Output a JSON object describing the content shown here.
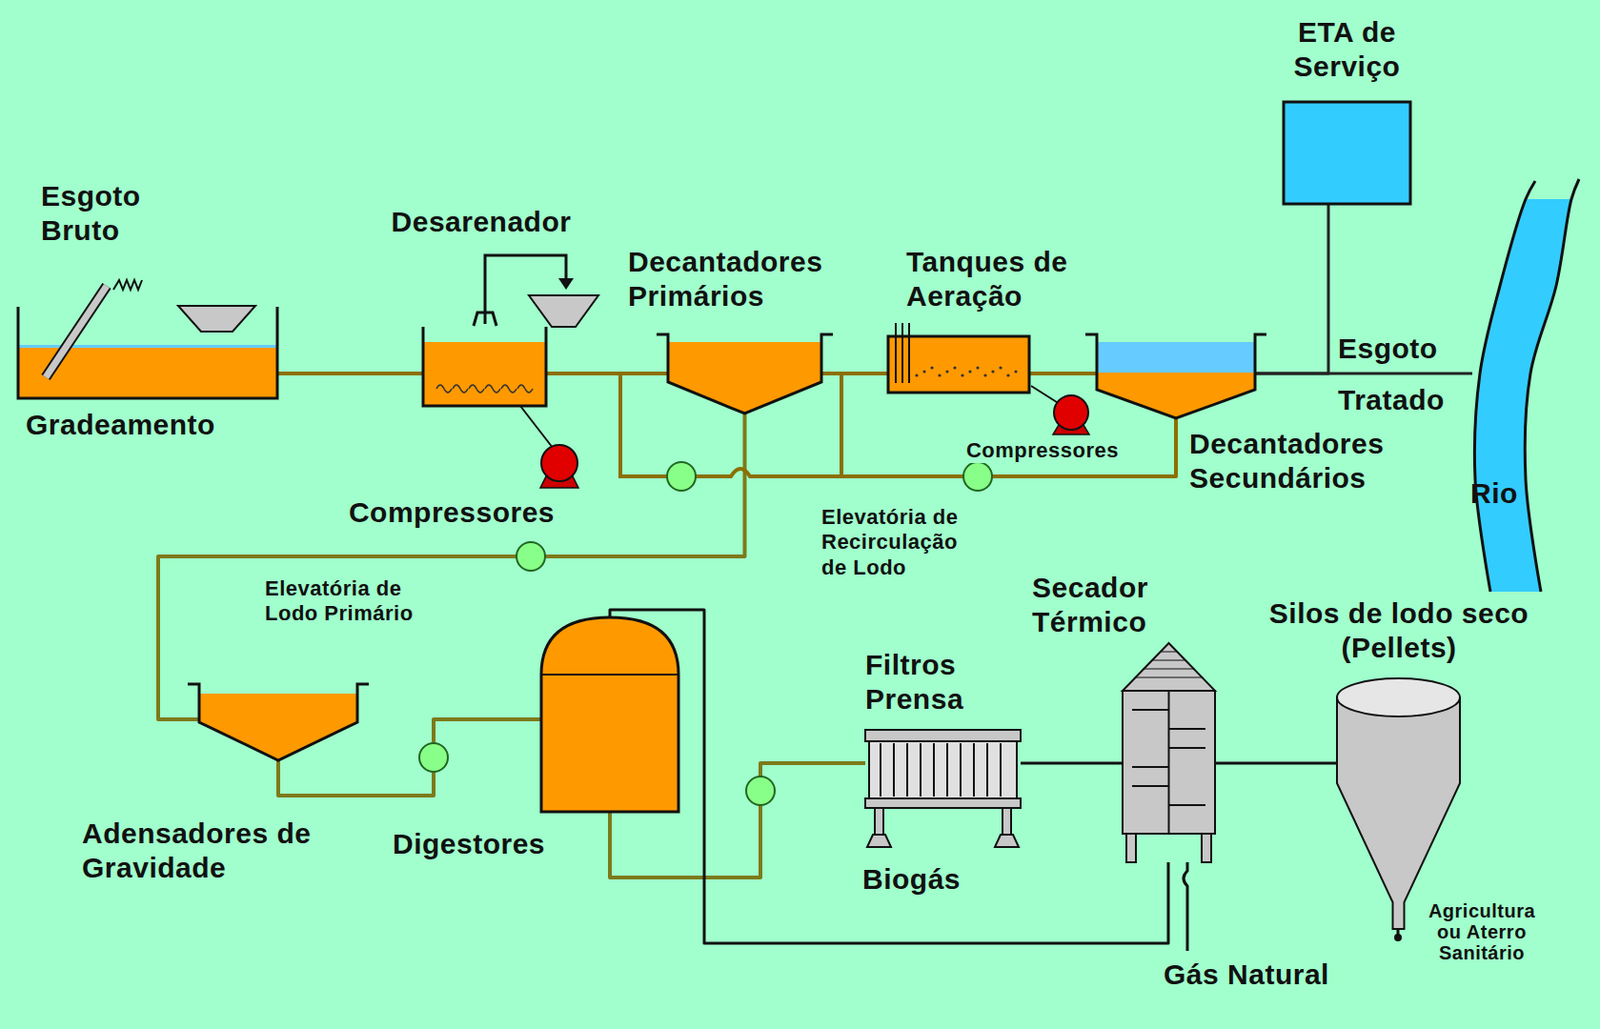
{
  "diagram": {
    "nodes": [
      {
        "text": [
          "Gradeamento"
        ]
      },
      {
        "text": [
          "Desarenador"
        ]
      },
      {
        "text": [
          "Decantadores Primários"
        ]
      },
      {
        "text": [
          "Tanques de Aeração"
        ]
      },
      {
        "text": [
          "Decantadores Secundários"
        ]
      },
      {
        "text": [
          "ETA de Serviço"
        ]
      },
      {
        "text": [
          "Rio"
        ]
      },
      {
        "text": [
          "Adensadores de Gravidade"
        ]
      },
      {
        "text": [
          "Digestores"
        ]
      },
      {
        "text": [
          "Filtros Prensa"
        ]
      },
      {
        "text": [
          "Secador Térmico"
        ]
      },
      {
        "text": [
          "Silos de lodo seco (Pellets)"
        ]
      }
    ],
    "edges": [
      {
        "from": 0,
        "to": 1,
        "arrow": "none"
      },
      {
        "from": 1,
        "to": 2,
        "arrow": "none"
      },
      {
        "from": 2,
        "to": 3,
        "arrow": "none"
      },
      {
        "from": 3,
        "to": 4,
        "arrow": "none"
      },
      {
        "from": 4,
        "to": 5,
        "arrow": "none"
      },
      {
        "from": 4,
        "to": 6,
        "arrow": "none"
      },
      {
        "from": 4,
        "to": 3,
        "arrow": "none"
      },
      {
        "from": 2,
        "to": 7,
        "arrow": "none"
      },
      {
        "from": 7,
        "to": 8,
        "arrow": "none"
      },
      {
        "from": 8,
        "to": 9,
        "arrow": "none"
      },
      {
        "from": 9,
        "to": 10,
        "arrow": "none"
      },
      {
        "from": 10,
        "to": 11,
        "arrow": "none"
      },
      {
        "from": 8,
        "to": 10,
        "arrow": "none"
      }
    ],
    "labels": [
      "Esgoto Bruto",
      "Compressores",
      "Compressores",
      "Elevatória de Lodo Primário",
      "Elevatória de Recirculação de Lodo",
      "Esgoto Tratado",
      "Biogás",
      "Gás Natural",
      "Agricultura ou Aterro Sanitário"
    ]
  }
}
